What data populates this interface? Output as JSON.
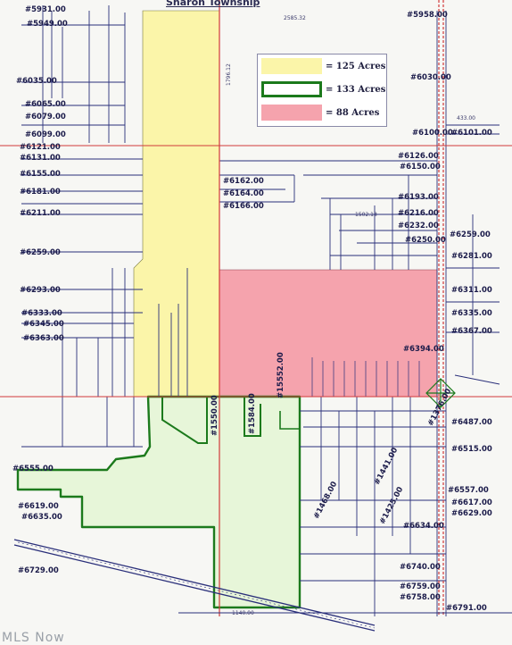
{
  "title": "Sharon Township",
  "legend": [
    {
      "label": "= 125 Acres",
      "color": "#fbf5a9"
    },
    {
      "label": "= 133 Acres",
      "color": "#1c7a1c"
    },
    {
      "label": "= 88 Acres",
      "color": "#f5a3ad"
    }
  ],
  "colors": {
    "yellow_parcel": "#fbf5a9",
    "green_parcel": "#e7f6d9",
    "green_outline": "#1c7a1c",
    "pink_parcel": "#f5a3ad",
    "road": "#d23a3a",
    "lot_line": "#2a2f7a"
  },
  "parcels_left": [
    "#5931.00",
    "#5949.00",
    "#6035.00",
    "#6065.00",
    "#6079.00",
    "#6099.00",
    "#6121.00",
    "#6131.00",
    "#6155.00",
    "#6181.00",
    "#6211.00",
    "#6259.00",
    "#6293.00",
    "#6333.00",
    "#6345.00",
    "#6363.00",
    "#6555.00",
    "#6619.00",
    "#6635.00",
    "#6729.00"
  ],
  "parcels_right": [
    "#5958.00",
    "#6030.00",
    "#6100.00",
    "#6101.00",
    "#6126.00",
    "#6150.00",
    "#6193.00",
    "#6216.00",
    "#6232.00",
    "#6250.00",
    "#6259.00",
    "#6281.00",
    "#6311.00",
    "#6335.00",
    "#6367.00",
    "#6394.00",
    "#6487.00",
    "#6515.00",
    "#6557.00",
    "#6617.00",
    "#6629.00",
    "#6634.00",
    "#6740.00",
    "#6759.00",
    "#6758.00",
    "#6791.00"
  ],
  "parcels_center": [
    "#6162.00",
    "#6164.00",
    "#6166.00",
    "#15552.00",
    "#1550.00",
    "#1584.00",
    "#1468.00",
    "#1425.00",
    "#1441.00",
    "#1376.00"
  ],
  "dimensions": [
    "2585.32",
    "1796.12",
    "433.00",
    "1140.00",
    "1502.13"
  ],
  "watermark": "MLS Now"
}
